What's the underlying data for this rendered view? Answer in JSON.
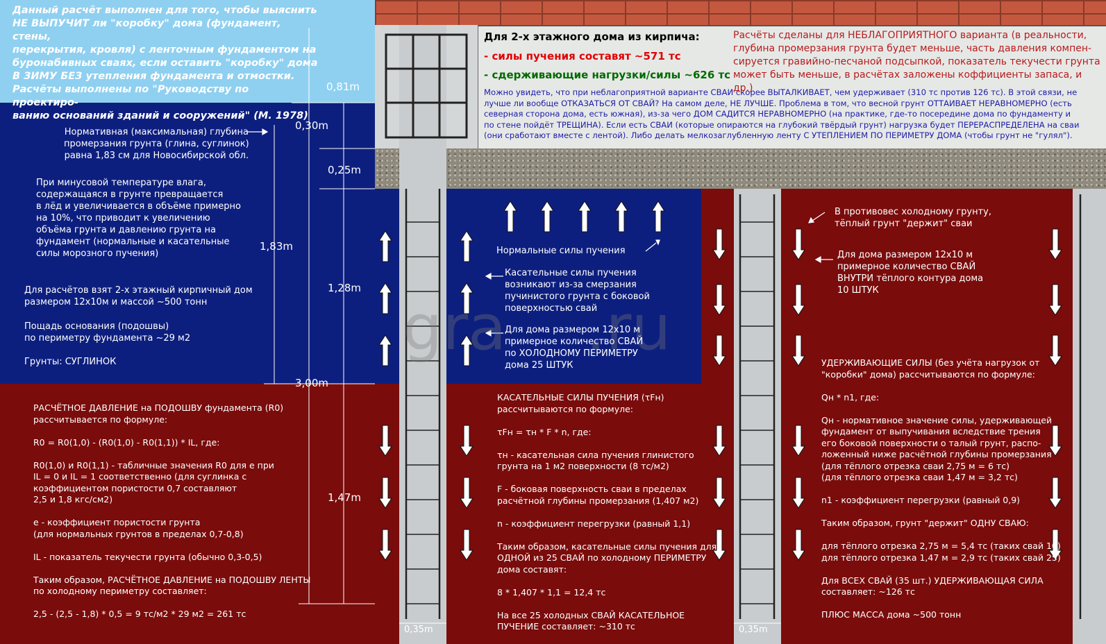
{
  "intro_text": "Данный расчёт выполнен для того, чтобы выяснить\nНЕ ВЫПУЧИТ ли \"коробку\" дома (фундамент, стены,\nперекрытия, кровля) с ленточным фундаментом на\nбуронабивных сваях, если оставить \"коробку\" дома\nВ ЗИМУ БЕЗ утепления фундамента и отмостки.\nРасчёты выполнены по \"Руководству по проектиро-\nванию оснований зданий и сооружений\" (М. 1978)",
  "box": {
    "title": "Для 2-х этажного дома из кирпича:",
    "push_line": "- силы пучения составят ~571 тс",
    "hold_line": "- сдерживающие нагрузки/силы ~626 тс",
    "note_blue": "Можно увидеть, что при неблагоприятной варианте СВАИ скорее ВЫТАЛКИВАЕТ, чем удерживает (310 тс против 126 тс). В этой связи, не\nлучше ли вообще ОТКАЗАТЬСЯ ОТ СВАЙ? На самом деле, НЕ ЛУЧШЕ. Проблема в том, что весной грунт ОТТАИВАЕТ НЕРАВНОМЕРНО (есть\nсеверная сторона дома, есть южная), из-за чего ДОМ САДИТСЯ НЕРАВНОМЕРНО (на практике, где-то посередине дома по фундаменту и\nпо стене пойдёт ТРЕЩИНА). Если есть СВАИ (которые опираются на глубокий твёрдый грунт) нагрузка будет ПЕРЕРАСПРЕДЕЛЕНА на сваи\n(они сработают вместе с лентой). Либо делать мелкозаглубленную ленту С УТЕПЛЕНИЕМ ПО ПЕРИМЕТРУ ДОМА (чтобы грунт не \"гулял\").",
    "note_red": "Расчёты сделаны для НЕБЛАГОПРИЯТНОГО варианта (в реальности,\nглубина промерзания грунта будет меньше, часть давления компен-\nсируется гравийно-песчаной подсыпкой, показатель текучести грунта\nможет быть меньше, в расчётах заложены коффициенты запаса, и др.)"
  },
  "dimensions": {
    "d081": "0,81m",
    "d030": "0,30m",
    "d025": "0,25m",
    "d183": "1,83m",
    "d128": "1,28m",
    "d300": "3,00m",
    "d147": "1,47m",
    "pile_w1": "0,35m",
    "pile_w2": "0,35m"
  },
  "left_texts": {
    "frost_depth": "Нормативная (максимальная) глубина\nпромерзания грунта (глина, суглинок)\nравна 1,83 см для Новосибирской обл.",
    "moisture": "При минусовой температуре влага,\nсодержащаяся в грунте превращается\nв лёд и увеличивается в объёме примерно\nна 10%, что приводит к увеличению\nобъёма грунта и давлению грунта на\nфундамент (нормальные и касательные\nсилы морозного пучения)",
    "house": "Для расчётов взят 2-х этажный кирпичный дом\nразмером 12х10м и массой ~500 тонн",
    "base_area": "Пощадь основания (подошвы)\nпо периметру фундамента ~29 м2",
    "soil": "Грунты: СУГЛИНОК",
    "pressure": "РАСЧЁТНОЕ ДАВЛЕНИЕ на ПОДОШВУ фундамента (R0)\nрассчитывается по формуле:\n\nR0 = R0(1,0) - (R0(1,0) - R0(1,1)) * IL, где:\n\nR0(1,0) и R0(1,1) - табличные значения R0 для e при\nIL = 0 и IL = 1 соответственно (для суглинка с\nкоэффициентом пористости 0,7 составляют\n2,5 и 1,8 кгс/см2)\n\ne - коэффициент пористости грунта\n(для нормальных грунтов в пределах 0,7-0,8)\n\nIL - показатель текучести грунта (обычно 0,3-0,5)\n\nТаким образом, РАСЧЁТНОЕ ДАВЛЕНИЕ на ПОДОШВУ ЛЕНТЫ\nпо холодному периметру составляет:\n\n2,5 - (2,5 - 1,8) * 0,5 = 9 тс/м2 * 29 м2 = 261 тс"
  },
  "middle_texts": {
    "normal_forces": "Нормальные силы пучения",
    "tangent": "Касательные силы пучения\nвозникают из-за смерзания\nпучинистого грунта с боковой\nповерхностью свай",
    "cold_piles": "Для дома размером 12х10 м\nпримерное количество СВАЙ\nпо ХОЛОДНОМУ ПЕРИМЕТРУ\nдома 25 ШТУК",
    "tangent_formula": "КАСАТЕЛЬНЫЕ СИЛЫ ПУЧЕНИЯ (τFн)\nрассчитываются по формуле:\n\nτFн = τн * F * n, где:\n\nτн - касательная сила пучения глинистого\nгрунта на 1 м2 поверхности (8 тс/м2)\n\nF - боковая поверхность сваи в пределах\nрасчётной глубины промерзания (1,407 м2)\n\nn - коэффициент перегрузки (равный 1,1)\n\nТаким образом, касательные силы пучения для\nОДНОЙ из 25 СВАЙ по холодному ПЕРИМЕТРУ\nдома составят:\n\n8 * 1,407 * 1,1 = 12,4 тс\n\nНа все 25 холодных СВАЙ КАСАТЕЛЬНОЕ\nПУЧЕНИЕ составляет: ~310 тс"
  },
  "right_texts": {
    "warm_soil": "В противовес холодному грунту,\nтёплый грунт \"держит\" сваи",
    "warm_piles": "Для дома размером 12х10 м\nпримерное количество СВАЙ\nВНУТРИ тёплого контура дома\n10 ШТУК",
    "holding": "УДЕРЖИВАЮЩИЕ СИЛЫ (без учёта нагрузок от\n\"коробки\" дома) рассчитываются по формуле:\n\nQн * n1, где:\n\nQн - нормативное значение силы, удерживающей\nфундамент от выпучивания вследствие трения\nего боковой поверхности о талый грунт, распо-\nложенный ниже расчётной глубины промерзания\n(для тёплого отрезка сваи 2,75 м = 6 тс)\n(для тёплого отрезка сваи 1,47 м = 3,2 тс)\n\nn1 - коэффициент перегрузки (равный 0,9)\n\nТаким образом, грунт \"держит\" ОДНУ СВАЮ:\n\nдля тёплого отрезка 2,75 м = 5,4 тс (таких свай 10)\nдля тёплого отрезка 1,47 м = 2,9 тс (таких свай 25)\n\nДля ВСЕХ СВАЙ (35 шт.) УДЕРЖИВАЮЩАЯ СИЛА\nсоставляет: ~126 тс\n\nПЛЮС МАССА дома ~500 тонн"
  },
  "watermark": "gra    .ru",
  "colors": {
    "sky": "#8fd0f0",
    "blue_zone": "#0d1f7e",
    "red_zone": "#7a0c0c",
    "brick": "#c4583f",
    "concrete": "#c9ccce",
    "gravel": "#8f8a7e",
    "box_bg": "#e6e8e6",
    "arrow": "#ffffff"
  }
}
